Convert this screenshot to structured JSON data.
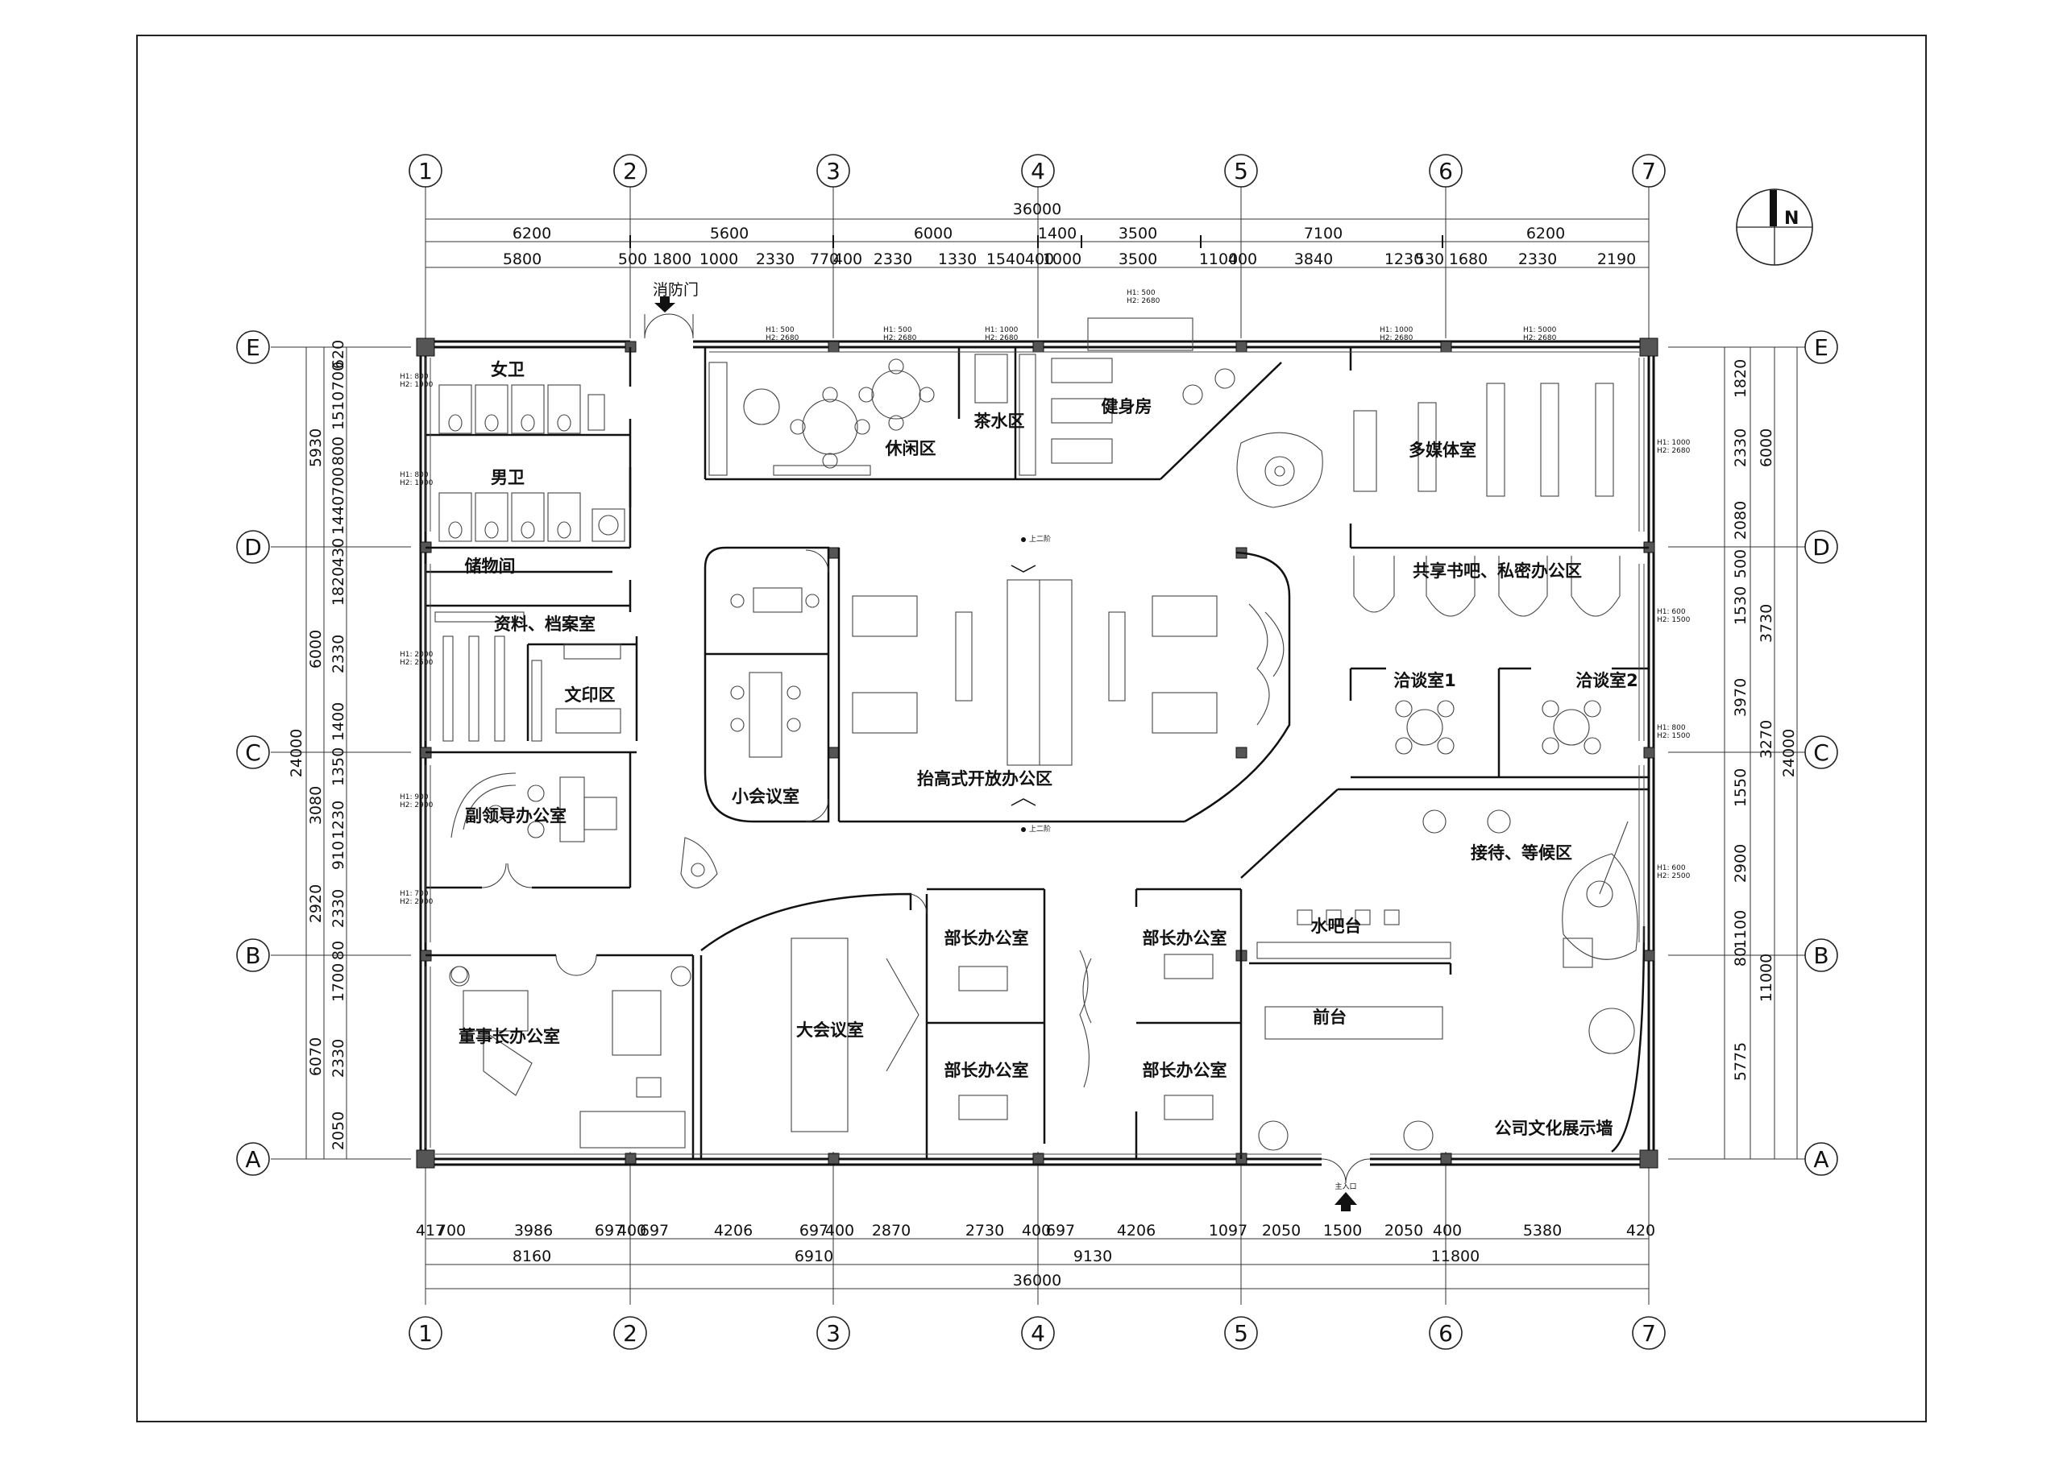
{
  "drawing": {
    "axes_x": [
      "1",
      "2",
      "3",
      "4",
      "5",
      "6",
      "7"
    ],
    "axes_y": [
      "E",
      "D",
      "C",
      "B",
      "A"
    ],
    "north_label": "N",
    "top_total": "36000",
    "top_row1": [
      "6200",
      "5600",
      "6000",
      "1400",
      "3500",
      "7100",
      "6200"
    ],
    "top_row2": [
      "5800",
      "500",
      "1800",
      "1000",
      "2330",
      "770",
      "400",
      "2330",
      "1330",
      "1540",
      "400",
      "1000",
      "3500",
      "1100",
      "400",
      "3840",
      "1230",
      "530",
      "1680",
      "2330",
      "2190"
    ],
    "bottom_row1": [
      "417",
      "700",
      "3986",
      "697",
      "400",
      "697",
      "4206",
      "697",
      "400",
      "2870",
      "2730",
      "400",
      "697",
      "4206",
      "1097",
      "2050",
      "1500",
      "2050",
      "400",
      "5380",
      "420"
    ],
    "bottom_row2": [
      "8160",
      "6910",
      "9130",
      "11800"
    ],
    "bottom_total": "36000",
    "left_total": "24000",
    "left_row1": [
      "5930",
      "6000",
      "3080",
      "2920",
      "6070"
    ],
    "left_row2": [
      "620",
      "700",
      "1510",
      "800",
      "700",
      "1440",
      "430",
      "1820",
      "2330",
      "1400",
      "1350",
      "1230",
      "910",
      "2330",
      "80",
      "1700",
      "2330",
      "2050"
    ],
    "right_total": "24000",
    "right_row1": [
      "6000",
      "3730",
      "3270",
      "11000"
    ],
    "right_row2": [
      "1820",
      "2330",
      "2080",
      "500",
      "1530",
      "3970",
      "1550",
      "2900",
      "1100",
      "80",
      "5775"
    ],
    "rooms": {
      "fire_door": "消防门",
      "womens_wc": "女卫",
      "mens_wc": "男卫",
      "storage": "储物间",
      "archive": "资料、档案室",
      "print": "文印区",
      "deputy_office": "副领导办公室",
      "chairman_office": "董事长办公室",
      "lounge": "休闲区",
      "tea": "茶水区",
      "gym": "健身房",
      "multimedia": "多媒体室",
      "book_bar": "共享书吧、私密办公区",
      "nego1": "洽谈室1",
      "nego2": "洽谈室2",
      "small_meeting": "小会议室",
      "open_office": "抬高式开放办公区",
      "big_meeting": "大会议室",
      "mgr1": "部长办公室",
      "mgr2": "部长办公室",
      "mgr3": "部长办公室",
      "mgr4": "部长办公室",
      "reception_wait": "接待、等候区",
      "water_bar": "水吧台",
      "front_desk": "前台",
      "culture_wall": "公司文化展示墙",
      "main_entry": "主入口"
    },
    "notes": {
      "up_top": "上二阶",
      "up_bottom": "上二阶"
    }
  }
}
